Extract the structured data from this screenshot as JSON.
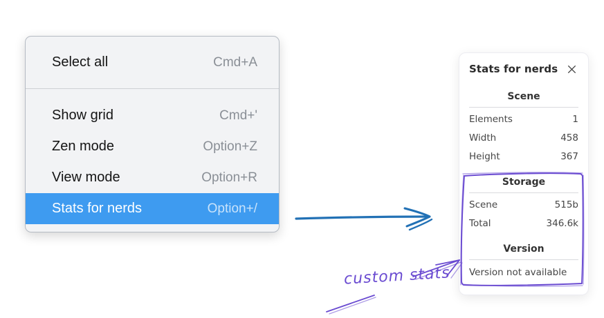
{
  "menu": {
    "highlight_color": "#3E9BF0",
    "sections": [
      {
        "items": [
          {
            "label": "Select all",
            "shortcut": "Cmd+A"
          }
        ]
      },
      {
        "items": [
          {
            "label": "Show grid",
            "shortcut": "Cmd+'"
          },
          {
            "label": "Zen mode",
            "shortcut": "Option+Z"
          },
          {
            "label": "View mode",
            "shortcut": "Option+R"
          },
          {
            "label": "Stats for nerds",
            "shortcut": "Option+/",
            "highlighted": true
          }
        ]
      }
    ]
  },
  "stats_panel": {
    "title": "Stats for nerds",
    "close_icon": "close-x",
    "scene": {
      "heading": "Scene",
      "rows": [
        {
          "label": "Elements",
          "value": "1"
        },
        {
          "label": "Width",
          "value": "458"
        },
        {
          "label": "Height",
          "value": "367"
        }
      ]
    },
    "storage": {
      "heading": "Storage",
      "rows": [
        {
          "label": "Scene",
          "value": "515b"
        },
        {
          "label": "Total",
          "value": "346.6k"
        }
      ]
    },
    "version": {
      "heading": "Version",
      "note": "Version not available"
    }
  },
  "annotations": {
    "label": "custom stats",
    "purple_color": "#6A4BD1",
    "blue_arrow_color": "#2271B5"
  }
}
